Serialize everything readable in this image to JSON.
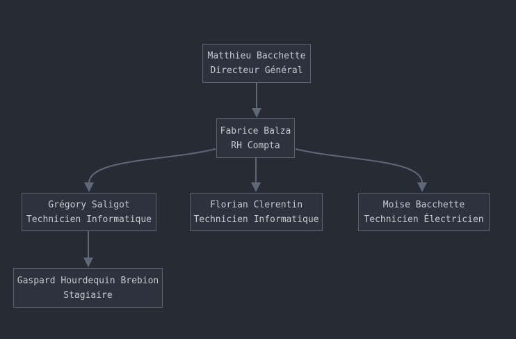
{
  "theme": {
    "canvas_bg": "#272b33",
    "node_fill": "#2d323c",
    "node_border": "#5c6370",
    "node_text": "#c6cbd3",
    "edge_color": "#5f6877"
  },
  "org_chart": {
    "nodes": [
      {
        "id": "matthieu",
        "name": "Matthieu Bacchette",
        "role": "Directeur Général"
      },
      {
        "id": "fabrice",
        "name": "Fabrice Balza",
        "role": "RH Compta"
      },
      {
        "id": "gregory",
        "name": "Grégory Saligot",
        "role": "Technicien Informatique"
      },
      {
        "id": "florian",
        "name": "Florian Clerentin",
        "role": "Technicien Informatique"
      },
      {
        "id": "moise",
        "name": "Moise Bacchette",
        "role": "Technicien Électricien"
      },
      {
        "id": "gaspard",
        "name": "Gaspard Hourdequin Brebion",
        "role": "Stagiaire"
      }
    ],
    "edges": [
      {
        "from": "Matthieu Bacchette",
        "to": "Fabrice Balza"
      },
      {
        "from": "Fabrice Balza",
        "to": "Grégory Saligot"
      },
      {
        "from": "Fabrice Balza",
        "to": "Florian Clerentin"
      },
      {
        "from": "Fabrice Balza",
        "to": "Moise Bacchette"
      },
      {
        "from": "Grégory Saligot",
        "to": "Gaspard Hourdequin Brebion"
      }
    ]
  }
}
